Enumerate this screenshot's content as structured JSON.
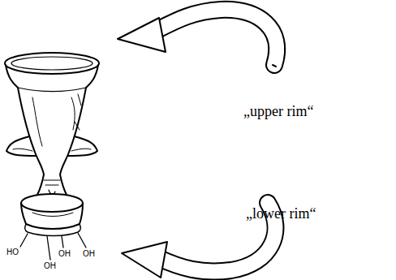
{
  "diagram": {
    "labels": [
      "„upper rim“",
      "„lower rim“",
      "HO",
      "OH",
      "OH",
      "OH"
    ]
  }
}
